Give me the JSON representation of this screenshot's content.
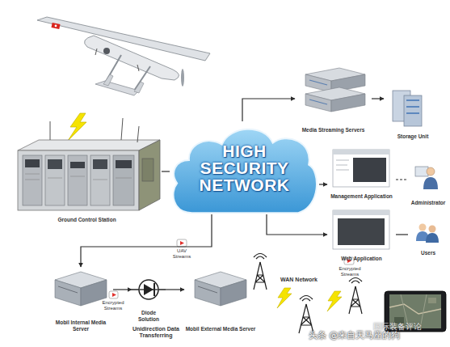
{
  "diagram": {
    "nodes": [
      {
        "text": [
          "Media Streaming Servers"
        ]
      },
      {
        "text": [
          "Storage Unit"
        ]
      },
      {
        "text": [
          "Ground Control Station"
        ]
      },
      {
        "text": [
          "HIGH SECURITY NETWORK"
        ]
      },
      {
        "text": [
          "Management Application"
        ]
      },
      {
        "text": [
          "Administrator"
        ]
      },
      {
        "text": [
          "Web Application"
        ]
      },
      {
        "text": [
          "Users"
        ]
      },
      {
        "text": [
          "Mobil Internal Media Server"
        ]
      },
      {
        "text": [
          "Diode Solution"
        ]
      },
      {
        "text": [
          "Mobil External Media Server"
        ]
      }
    ],
    "edges": [
      {
        "from": 3,
        "to": 2,
        "arrow": "none"
      },
      {
        "from": 3,
        "to": 0,
        "arrow": "to"
      },
      {
        "from": 0,
        "to": 1,
        "arrow": "to"
      },
      {
        "from": 3,
        "to": 4,
        "arrow": "to"
      },
      {
        "from": 4,
        "to": 5,
        "arrow": "none"
      },
      {
        "from": 3,
        "to": 6,
        "arrow": "to"
      },
      {
        "from": 6,
        "to": 7,
        "arrow": "none"
      },
      {
        "from": 3,
        "to": 8,
        "arrow": "to"
      },
      {
        "from": 8,
        "to": 9,
        "arrow": "to"
      },
      {
        "from": 9,
        "to": 10,
        "arrow": "to"
      }
    ],
    "labels": [
      "UAV Streams",
      "Encrypted Streams",
      "Unidirection Data Transferring",
      "WAN Network",
      "Encrypted Streams",
      "头条 @来自天马座的狗",
      "国际装备评论"
    ]
  }
}
